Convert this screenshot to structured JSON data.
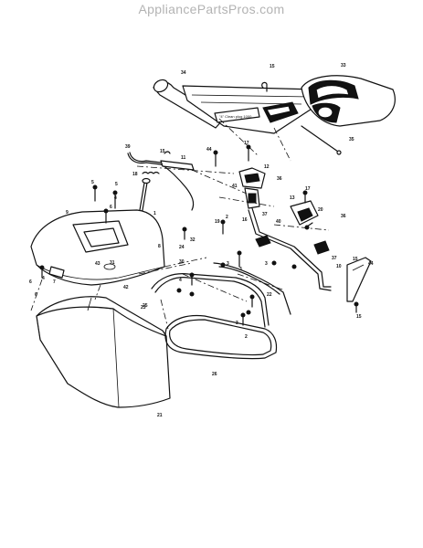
{
  "watermark": "AppliancePartsPros.com",
  "plug_text": "\"4\" Clean plug 1000",
  "labels": {
    "l34": "34",
    "l15a": "15",
    "l33": "33",
    "l35": "35",
    "l39": "39",
    "l15b": "15",
    "l44a": "44",
    "l11": "11",
    "l17a": "17",
    "l12": "12",
    "l18": "18",
    "l36a": "36",
    "l41": "41",
    "l1": "1",
    "l17b": "17",
    "l13": "13",
    "l9": "9",
    "l5a": "5",
    "l4a": "4",
    "l5b": "5",
    "l6a": "6",
    "l20": "20",
    "l36b": "36",
    "l40": "40",
    "l2": "2",
    "l16": "16",
    "l19": "19",
    "l37a": "37",
    "l32": "32",
    "l24": "24",
    "l31": "31",
    "l43": "43",
    "l8": "8",
    "l30": "30",
    "l4b": "4",
    "l42": "42",
    "l7": "7",
    "l37b": "37",
    "l23": "23",
    "l6b": "6",
    "l6c": "6",
    "l4c": "4",
    "l3a": "3",
    "l3b": "3",
    "l3c": "3",
    "l15c": "15",
    "l44b": "44",
    "l10": "10",
    "l25": "25",
    "l22": "22",
    "l3d": "3",
    "l2b": "2",
    "l15d": "15",
    "l26": "26",
    "l21": "21"
  }
}
